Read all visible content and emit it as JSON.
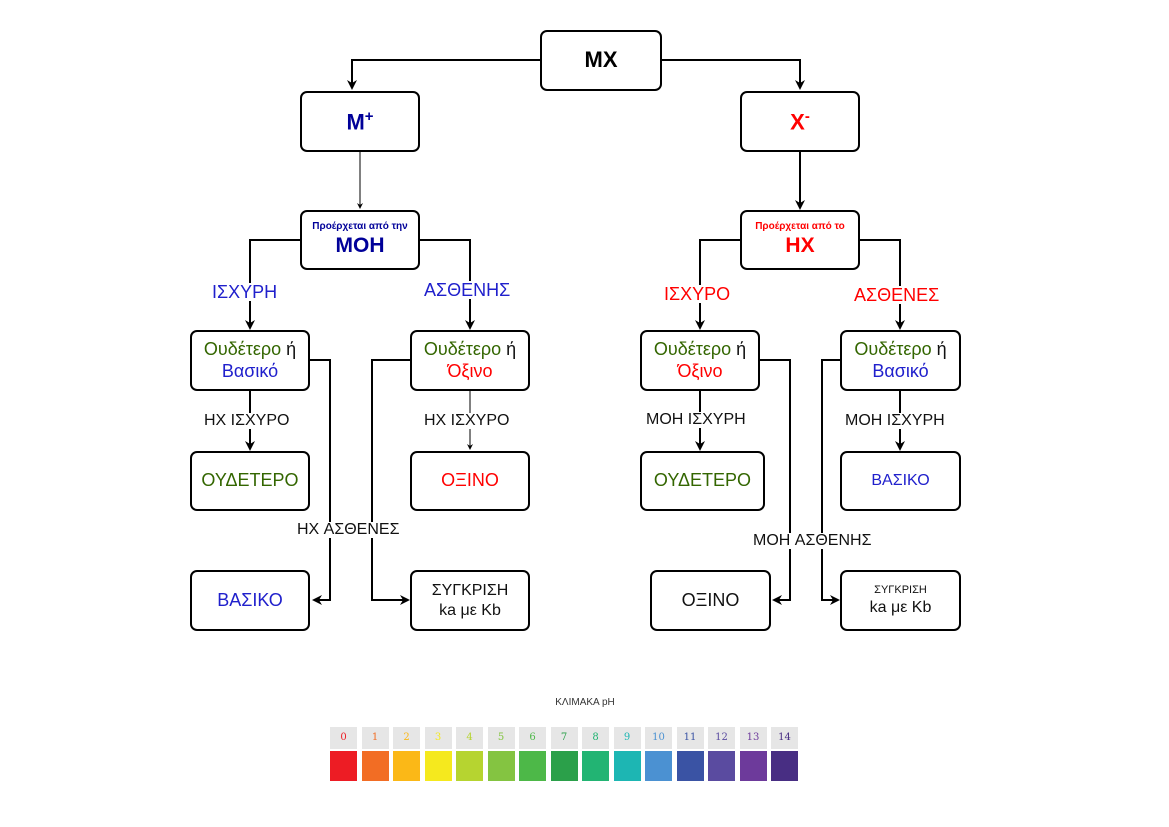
{
  "root": {
    "label": "MX"
  },
  "cation": {
    "base": "M",
    "sup": "+"
  },
  "anion": {
    "base": "X",
    "sup": "-"
  },
  "cation_origin": {
    "small": "Προέρχεται από την",
    "big": "MOH"
  },
  "anion_origin": {
    "small": "Προέρχεται από το",
    "big": "HX"
  },
  "branch_labels": {
    "cation_strong": "ΙΣΧΥΡΗ",
    "cation_weak": "ΑΣΘΕΝΗΣ",
    "anion_strong": "ΙΣΧΥΡΟ",
    "anion_weak": "ΑΣΘΕΝΕΣ"
  },
  "mid_boxes": {
    "b1": {
      "neutral": "Ουδέτερο",
      "or": "ή",
      "other": "Βασικό"
    },
    "b2": {
      "neutral": "Ουδέτερο",
      "or": "ή",
      "other": "Όξινο"
    },
    "b3": {
      "neutral": "Ουδέτερο",
      "or": "ή",
      "other": "Όξινο"
    },
    "b4": {
      "neutral": "Ουδέτερο",
      "or": "ή",
      "other": "Βασικό"
    }
  },
  "edge_labels": {
    "hx_strong_1": "HX ΙΣΧΥΡΟ",
    "hx_strong_2": "HX ΙΣΧΥΡΟ",
    "moh_strong_1": "MOH ΙΣΧΥΡΗ",
    "moh_strong_2": "MOH ΙΣΧΥΡΗ",
    "hx_weak": "HX ΑΣΘΕΝΕΣ",
    "moh_weak": "MOH ΑΣΘΕΝΗΣ"
  },
  "results": {
    "r1": "ΟΥΔΕΤΕΡΟ",
    "r2": "ΟΞΙΝΟ",
    "r3": "ΟΥΔΕΤΕΡΟ",
    "r4": "ΒΑΣΙΚΟ",
    "r5": "ΒΑΣΙΚΟ",
    "r6_line1": "ΣΥΓΚΡΙΣΗ",
    "r6_line2": "ka με Kb",
    "r7": "ΟΞΙΝΟ",
    "r8_line1": "ΣΥΓΚΡΙΣΗ",
    "r8_line2": "ka με Kb"
  },
  "ph_scale": {
    "title": "ΚΛΙΜΑΚΑ pH",
    "levels": [
      {
        "n": "0",
        "color": "#ed1c24"
      },
      {
        "n": "1",
        "color": "#f26d24"
      },
      {
        "n": "2",
        "color": "#fbb817"
      },
      {
        "n": "3",
        "color": "#f5e91e"
      },
      {
        "n": "4",
        "color": "#b6d430"
      },
      {
        "n": "5",
        "color": "#84c441"
      },
      {
        "n": "6",
        "color": "#4db848"
      },
      {
        "n": "7",
        "color": "#2ba04a"
      },
      {
        "n": "8",
        "color": "#22b473"
      },
      {
        "n": "9",
        "color": "#1db6b3"
      },
      {
        "n": "10",
        "color": "#4b91d2"
      },
      {
        "n": "11",
        "color": "#3a53a4"
      },
      {
        "n": "12",
        "color": "#5a4ba0"
      },
      {
        "n": "13",
        "color": "#6d3a9b"
      },
      {
        "n": "14",
        "color": "#482e83"
      }
    ]
  }
}
